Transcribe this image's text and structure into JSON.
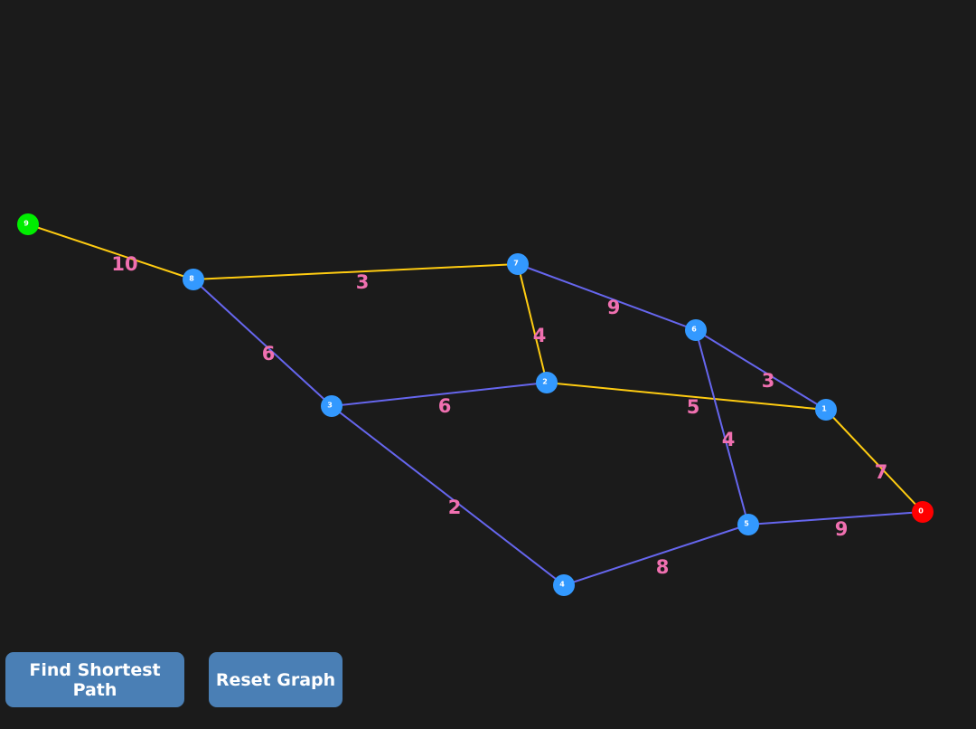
{
  "colors": {
    "background": "#1b1b1b",
    "node": "#3399ff",
    "start_node": "#00ee00",
    "end_node": "#ff0000",
    "edge": "#6666ee",
    "path_edge": "#ffcc11",
    "weight_label": "#f070b0",
    "button": "#4a7fb5",
    "button_text": "#ffffff"
  },
  "graph": {
    "start_node": "9",
    "end_node": "0",
    "nodes": [
      {
        "id": "0",
        "role": "end"
      },
      {
        "id": "1",
        "role": "normal"
      },
      {
        "id": "2",
        "role": "normal"
      },
      {
        "id": "3",
        "role": "normal"
      },
      {
        "id": "4",
        "role": "normal"
      },
      {
        "id": "5",
        "role": "normal"
      },
      {
        "id": "6",
        "role": "normal"
      },
      {
        "id": "7",
        "role": "normal"
      },
      {
        "id": "8",
        "role": "normal"
      },
      {
        "id": "9",
        "role": "start"
      }
    ],
    "edges": [
      {
        "from": "9",
        "to": "8",
        "weight": "10",
        "on_path": true
      },
      {
        "from": "8",
        "to": "7",
        "weight": "3",
        "on_path": true
      },
      {
        "from": "7",
        "to": "2",
        "weight": "4",
        "on_path": true
      },
      {
        "from": "2",
        "to": "1",
        "weight": "5",
        "on_path": true
      },
      {
        "from": "1",
        "to": "0",
        "weight": "7",
        "on_path": true
      },
      {
        "from": "8",
        "to": "3",
        "weight": "6",
        "on_path": false
      },
      {
        "from": "3",
        "to": "2",
        "weight": "6",
        "on_path": false
      },
      {
        "from": "3",
        "to": "4",
        "weight": "2",
        "on_path": false
      },
      {
        "from": "4",
        "to": "5",
        "weight": "8",
        "on_path": false
      },
      {
        "from": "5",
        "to": "0",
        "weight": "9",
        "on_path": false
      },
      {
        "from": "7",
        "to": "6",
        "weight": "9",
        "on_path": false
      },
      {
        "from": "6",
        "to": "1",
        "weight": "3",
        "on_path": false
      },
      {
        "from": "6",
        "to": "5",
        "weight": "4",
        "on_path": false
      }
    ]
  },
  "buttons": {
    "find_label": "Find Shortest Path",
    "reset_label": "Reset Graph"
  }
}
